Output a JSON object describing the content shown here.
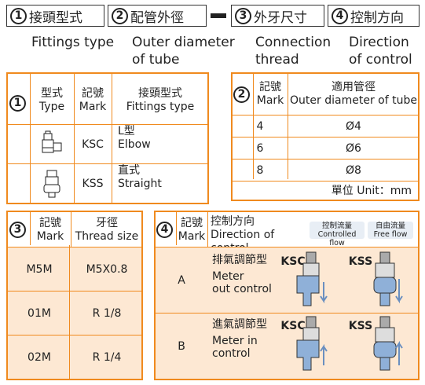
{
  "header": {
    "boxes": [
      {
        "num": "1",
        "label": "接頭型式"
      },
      {
        "num": "2",
        "label": "配管外徑"
      },
      {
        "num": "3",
        "label": "外牙尺寸"
      },
      {
        "num": "4",
        "label": "控制方向"
      }
    ],
    "captions": {
      "c1": "Fittings type",
      "c2a": "Outer diameter",
      "c2b": "of tube",
      "c3a": "Connection",
      "c3b": "thread",
      "c4a": "Direction",
      "c4b": "of control"
    }
  },
  "table1": {
    "num": "1",
    "headers": {
      "type_zh": "型式",
      "type_en": "Type",
      "mark_zh": "記號",
      "mark_en": "Mark",
      "fit_zh": "接頭型式",
      "fit_en": "Fittings type"
    },
    "rows": [
      {
        "icon": "elbow-fitting-icon",
        "mark": "KSC",
        "zh": "L型",
        "en": "Elbow"
      },
      {
        "icon": "straight-fitting-icon",
        "mark": "KSS",
        "zh": "直式",
        "en": "Straight"
      }
    ]
  },
  "table2": {
    "num": "2",
    "headers": {
      "mark_zh": "記號",
      "mark_en": "Mark",
      "od_zh": "適用管徑",
      "od_en": "Outer diameter of tube"
    },
    "rows": [
      {
        "mark": "4",
        "od": "Ø4"
      },
      {
        "mark": "6",
        "od": "Ø6"
      },
      {
        "mark": "8",
        "od": "Ø8"
      }
    ],
    "unit": "單位 Unit：mm"
  },
  "table3": {
    "num": "3",
    "headers": {
      "mark_zh": "記號",
      "mark_en": "Mark",
      "size_zh": "牙徑",
      "size_en": "Thread size"
    },
    "rows": [
      {
        "mark": "M5M",
        "size": "M5X0.8"
      },
      {
        "mark": "01M",
        "size": "R 1/8"
      },
      {
        "mark": "02M",
        "size": "R 1/4"
      }
    ]
  },
  "table4": {
    "num": "4",
    "headers": {
      "mark_zh": "記號",
      "mark_en": "Mark",
      "dir_zh": "控制方向",
      "dir_en": "Direction of control"
    },
    "legend": {
      "controlled_zh": "控制流量",
      "controlled_en": "Controlled flow",
      "free_zh": "自由流量",
      "free_en": "Free flow"
    },
    "rows": [
      {
        "mark": "A",
        "zh": "排氣調節型",
        "en1": "Meter",
        "en2": "out control",
        "lbl1": "KSC",
        "lbl2": "KSS"
      },
      {
        "mark": "B",
        "zh": "進氣調節型",
        "en1": "Meter in",
        "en2": "control",
        "lbl1": "KSC",
        "lbl2": "KSS"
      }
    ]
  },
  "colors": {
    "accent": "#f08a1e",
    "shade": "#fde8d3",
    "controlled": "#8fb0d8",
    "free": "#6a8fc0"
  }
}
